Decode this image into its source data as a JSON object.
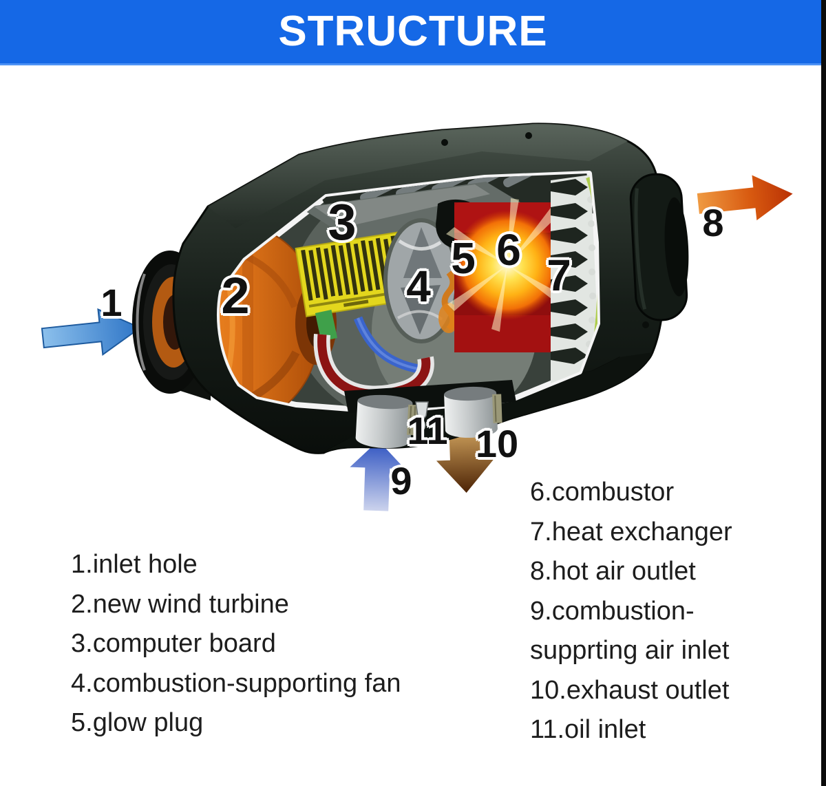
{
  "header": {
    "title": "STRUCTURE"
  },
  "diagram": {
    "description": "cutaway illustration of a diesel parking air heater",
    "callouts": [
      "1",
      "2",
      "3",
      "4",
      "5",
      "6",
      "7",
      "8",
      "9",
      "10",
      "11"
    ],
    "icons": {
      "inlet_arrow": "right-arrow",
      "hot_air_outlet_arrow": "right-arrow",
      "combustion_air_inlet_arrow": "up-arrow",
      "exhaust_outlet_arrow": "down-arrow"
    }
  },
  "legend": {
    "left_lines": [
      "1.inlet hole",
      "2.new wind turbine",
      "3.computer board",
      "4.combustion-supporting fan",
      "5.glow plug"
    ],
    "right_lines": [
      "6.combustor",
      "7.heat exchanger",
      "8.hot air outlet",
      "9.combustion-",
      "supprting air inlet",
      "10.exhaust outlet",
      "11.oil inlet"
    ]
  },
  "colors": {
    "header_bg": "#1568e6",
    "header_text": "#ffffff",
    "legend_text": "#1d1d1d",
    "inlet_arrow_blue": "#2d74c6",
    "hot_air_arrow_red": "#b93105",
    "combustion_air_arrow_blue": "#2d52c0",
    "exhaust_arrow_brown": "#4c2305",
    "turbine_orange": "#e2771b",
    "board_yellow": "#e3d71d",
    "combustor_glow": "#ffb215",
    "body_dark": "#161d18"
  }
}
